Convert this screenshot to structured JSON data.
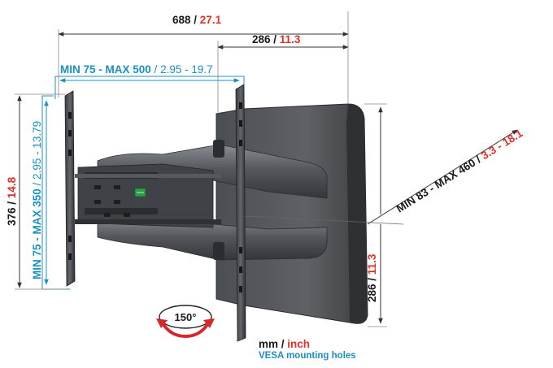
{
  "units_legend": {
    "primary": "mm",
    "separator": " / ",
    "secondary": "inch"
  },
  "vesa_legend": "VESA mounting holes",
  "dimensions": {
    "total_width": {
      "mm": "688",
      "sep": " / ",
      "inch": "27.1"
    },
    "depth_min": {
      "mm": "286",
      "sep": " / ",
      "inch": "11.3"
    },
    "vesa_horizontal": {
      "mm": "MIN 75 - MAX 500",
      "sep": " / ",
      "inch": "2.95 - 19.7"
    },
    "vesa_vertical": {
      "mm": "MIN 75 - MAX 350",
      "sep": " / ",
      "inch": "2.95 - 13.79"
    },
    "height": {
      "mm": "376",
      "sep": " / ",
      "inch": "14.8"
    },
    "extension": {
      "mm": "MIN 83 - MAX 460",
      "sep": " / ",
      "inch": "3.3 - 18.1"
    },
    "lower_depth": {
      "mm": "286",
      "sep": " / ",
      "inch": "11.3"
    }
  },
  "rotation": {
    "angle": "150°"
  },
  "colors": {
    "dimension_text": "#1a1a1a",
    "inch_text": "#e0302b",
    "vesa_text": "#1b8fc2",
    "rotation_arrow": "#d8272a"
  }
}
